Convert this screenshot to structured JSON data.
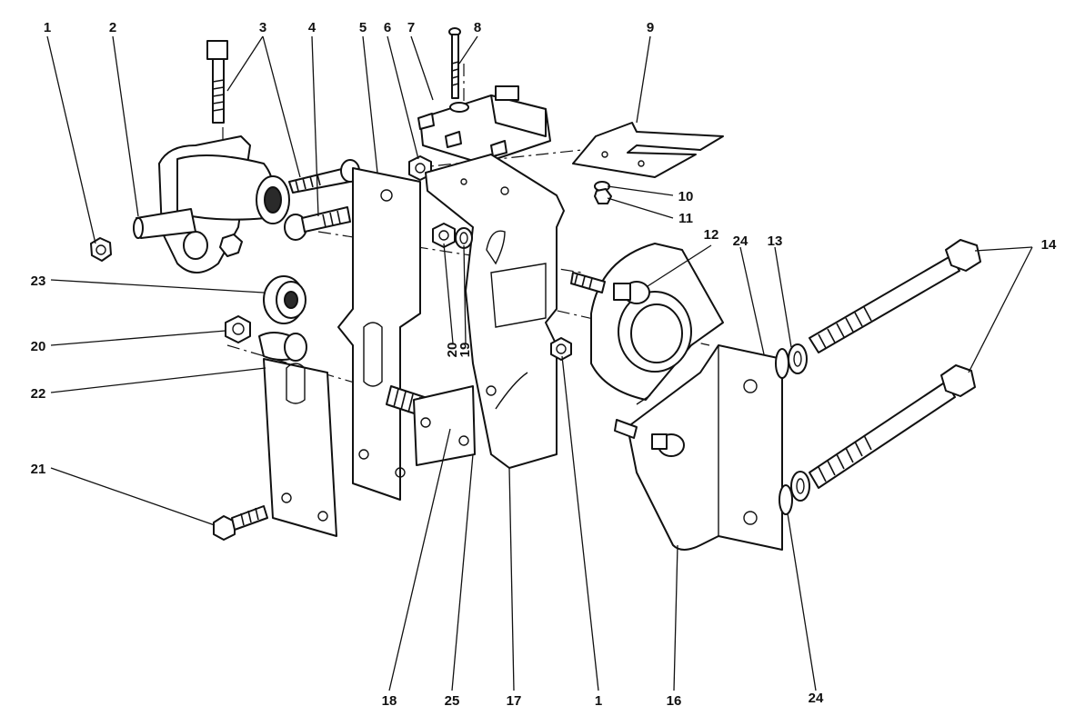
{
  "diagram": {
    "callouts": [
      {
        "id": "c1a",
        "text": "1"
      },
      {
        "id": "c2",
        "text": "2"
      },
      {
        "id": "c3",
        "text": "3"
      },
      {
        "id": "c4",
        "text": "4"
      },
      {
        "id": "c5",
        "text": "5"
      },
      {
        "id": "c6",
        "text": "6"
      },
      {
        "id": "c7",
        "text": "7"
      },
      {
        "id": "c8",
        "text": "8"
      },
      {
        "id": "c9",
        "text": "9"
      },
      {
        "id": "c10",
        "text": "10"
      },
      {
        "id": "c11",
        "text": "11"
      },
      {
        "id": "c12",
        "text": "12"
      },
      {
        "id": "c24a",
        "text": "24"
      },
      {
        "id": "c13",
        "text": "13"
      },
      {
        "id": "c14",
        "text": "14"
      },
      {
        "id": "c23",
        "text": "23"
      },
      {
        "id": "c20a",
        "text": "20"
      },
      {
        "id": "c20b",
        "text": "20"
      },
      {
        "id": "c19",
        "text": "19"
      },
      {
        "id": "c22",
        "text": "22"
      },
      {
        "id": "c21",
        "text": "21"
      },
      {
        "id": "c18",
        "text": "18"
      },
      {
        "id": "c25",
        "text": "25"
      },
      {
        "id": "c17",
        "text": "17"
      },
      {
        "id": "c1b",
        "text": "1"
      },
      {
        "id": "c16",
        "text": "16"
      },
      {
        "id": "c24b",
        "text": "24"
      }
    ]
  }
}
